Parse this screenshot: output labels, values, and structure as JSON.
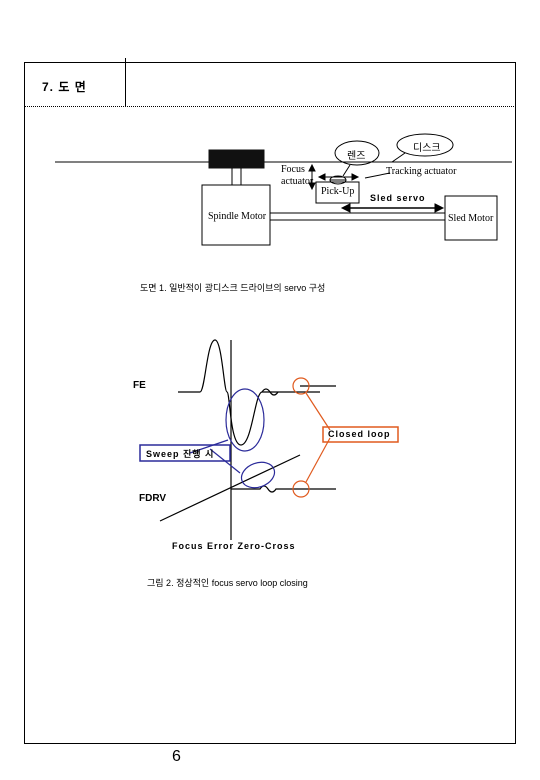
{
  "section": {
    "title": "7. 도 면"
  },
  "figure1": {
    "lens": "렌즈",
    "disc": "디스크",
    "focus_actuator": [
      "Focus",
      "actuator"
    ],
    "tracking_actuator": "Tracking actuator",
    "pickup": "Pick-Up",
    "sled_servo": "Sled servo",
    "spindle_motor": "Spindle Motor",
    "sled_motor": "Sled Motor",
    "caption": "도면 1. 일반적이 광디스크 드라이브의 servo 구성"
  },
  "figure2": {
    "fe_label": "FE",
    "fdrv_label": "FDRV",
    "closed_loop": "Closed loop",
    "sweep": "Sweep 진행 시",
    "zero_cross": "Focus Error Zero-Cross",
    "caption": "그림 2. 정상적인 focus servo loop closing"
  },
  "colors": {
    "loop": "#e05a1e",
    "sweep": "#2b2b9a",
    "line": "#000000"
  },
  "page": {
    "number": "6"
  }
}
